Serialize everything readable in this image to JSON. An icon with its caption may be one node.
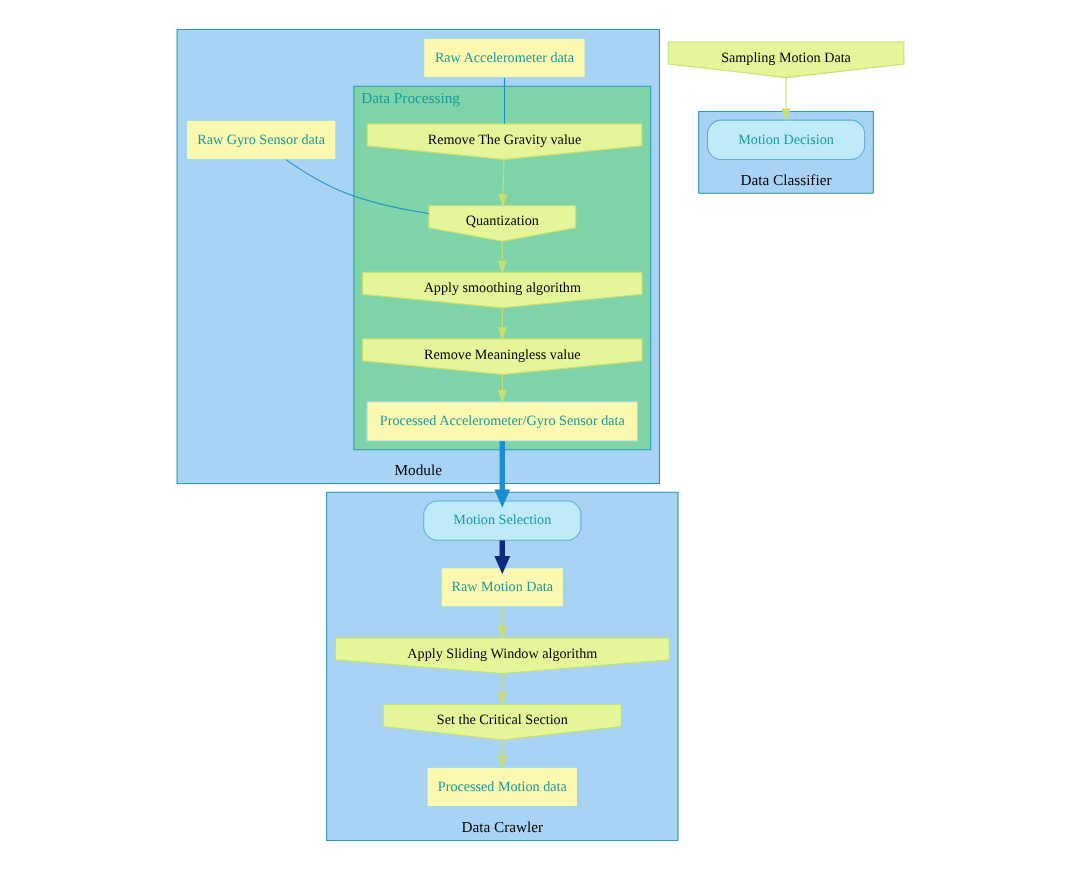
{
  "diagram": {
    "nodes": [
      {
        "text": [
          "Module"
        ]
      },
      {
        "text": [
          "Raw Accelerometer data"
        ],
        "in": 0
      },
      {
        "text": [
          "Raw Gyro Sensor data"
        ],
        "in": 0
      },
      {
        "text": [
          "Data Processing"
        ],
        "in": 0
      },
      {
        "text": [
          "Remove The Gravity value"
        ],
        "in": 3
      },
      {
        "text": [
          "Quantization"
        ],
        "in": 3
      },
      {
        "text": [
          "Apply smoothing algorithm"
        ],
        "in": 3
      },
      {
        "text": [
          "Remove Meaningless value"
        ],
        "in": 3
      },
      {
        "text": [
          "Processed Accelerometer/Gyro Sensor data"
        ],
        "in": 3
      },
      {
        "text": [
          "Data Crawler"
        ]
      },
      {
        "text": [
          "Motion Selection"
        ],
        "in": 9
      },
      {
        "text": [
          "Raw Motion Data"
        ],
        "in": 9
      },
      {
        "text": [
          "Apply Sliding Window algorithm"
        ],
        "in": 9
      },
      {
        "text": [
          "Set the Critical Section"
        ],
        "in": 9
      },
      {
        "text": [
          "Processed Motion data"
        ],
        "in": 9
      },
      {
        "text": [
          "Data Classifier"
        ]
      },
      {
        "text": [
          "Sampling Motion Data"
        ]
      },
      {
        "text": [
          "Motion Decision"
        ],
        "in": 15
      }
    ],
    "edges": [
      {
        "from": 1,
        "to": 4,
        "arrow": "none",
        "color": "#1a8fd0"
      },
      {
        "from": 2,
        "to": 5,
        "arrow": "none",
        "color": "#1a8fd0"
      },
      {
        "from": 4,
        "to": 5,
        "arrow": "to"
      },
      {
        "from": 5,
        "to": 6,
        "arrow": "to"
      },
      {
        "from": 6,
        "to": 7,
        "arrow": "to"
      },
      {
        "from": 7,
        "to": 8,
        "arrow": "to"
      },
      {
        "from": 8,
        "to": 10,
        "arrow": "to",
        "style": "thick",
        "color": "#1a8fd0"
      },
      {
        "from": 10,
        "to": 11,
        "arrow": "to",
        "style": "thick",
        "color": "#0b2a7a"
      },
      {
        "from": 11,
        "to": 12,
        "arrow": "to"
      },
      {
        "from": 12,
        "to": 13,
        "arrow": "to"
      },
      {
        "from": 13,
        "to": 14,
        "arrow": "to"
      },
      {
        "from": 16,
        "to": 17,
        "arrow": "to"
      }
    ]
  }
}
